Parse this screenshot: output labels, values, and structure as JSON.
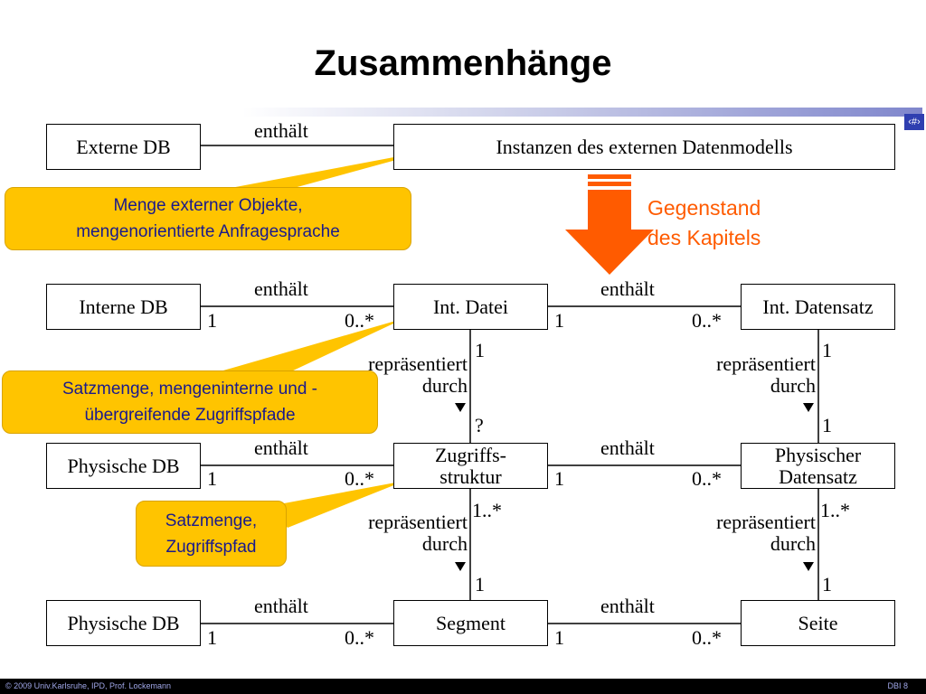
{
  "title": "Zusammenhänge",
  "page_badge": "‹#›",
  "footer": {
    "left": "© 2009 Univ.Karlsruhe, IPD, Prof. Lockemann",
    "right": "DBI 8"
  },
  "boxes": {
    "externe_db": "Externe DB",
    "instanzen": "Instanzen des externen Datenmodells",
    "interne_db": "Interne DB",
    "int_datei": "Int. Datei",
    "int_datensatz": "Int. Datensatz",
    "physische_db_1": "Physische DB",
    "zugriffsstruktur": "Zugriffs-\nstruktur",
    "physischer_datensatz": "Physischer\nDatensatz",
    "physische_db_2": "Physische DB",
    "segment": "Segment",
    "seite": "Seite"
  },
  "relations": {
    "enthaelt": "enthält",
    "repraesentiert_durch": "repräsentiert\ndurch"
  },
  "multiplicities": {
    "one": "1",
    "zero_many": "0..*",
    "one_many": "1..*",
    "unknown": "?"
  },
  "callouts": {
    "extern": "Menge externer Objekte,\nmengenorientierte Anfragesprache",
    "intern": "Satzmenge, mengeninterne und -\nübergreifende Zugriffspfade",
    "physisch": "Satzmenge,\nZugriffspfad"
  },
  "gegenstand": "Gegenstand\ndes Kapitels",
  "colors": {
    "callout": "#ffc400",
    "arrow": "#ff5b00",
    "callout_text": "#1a1a8c"
  }
}
